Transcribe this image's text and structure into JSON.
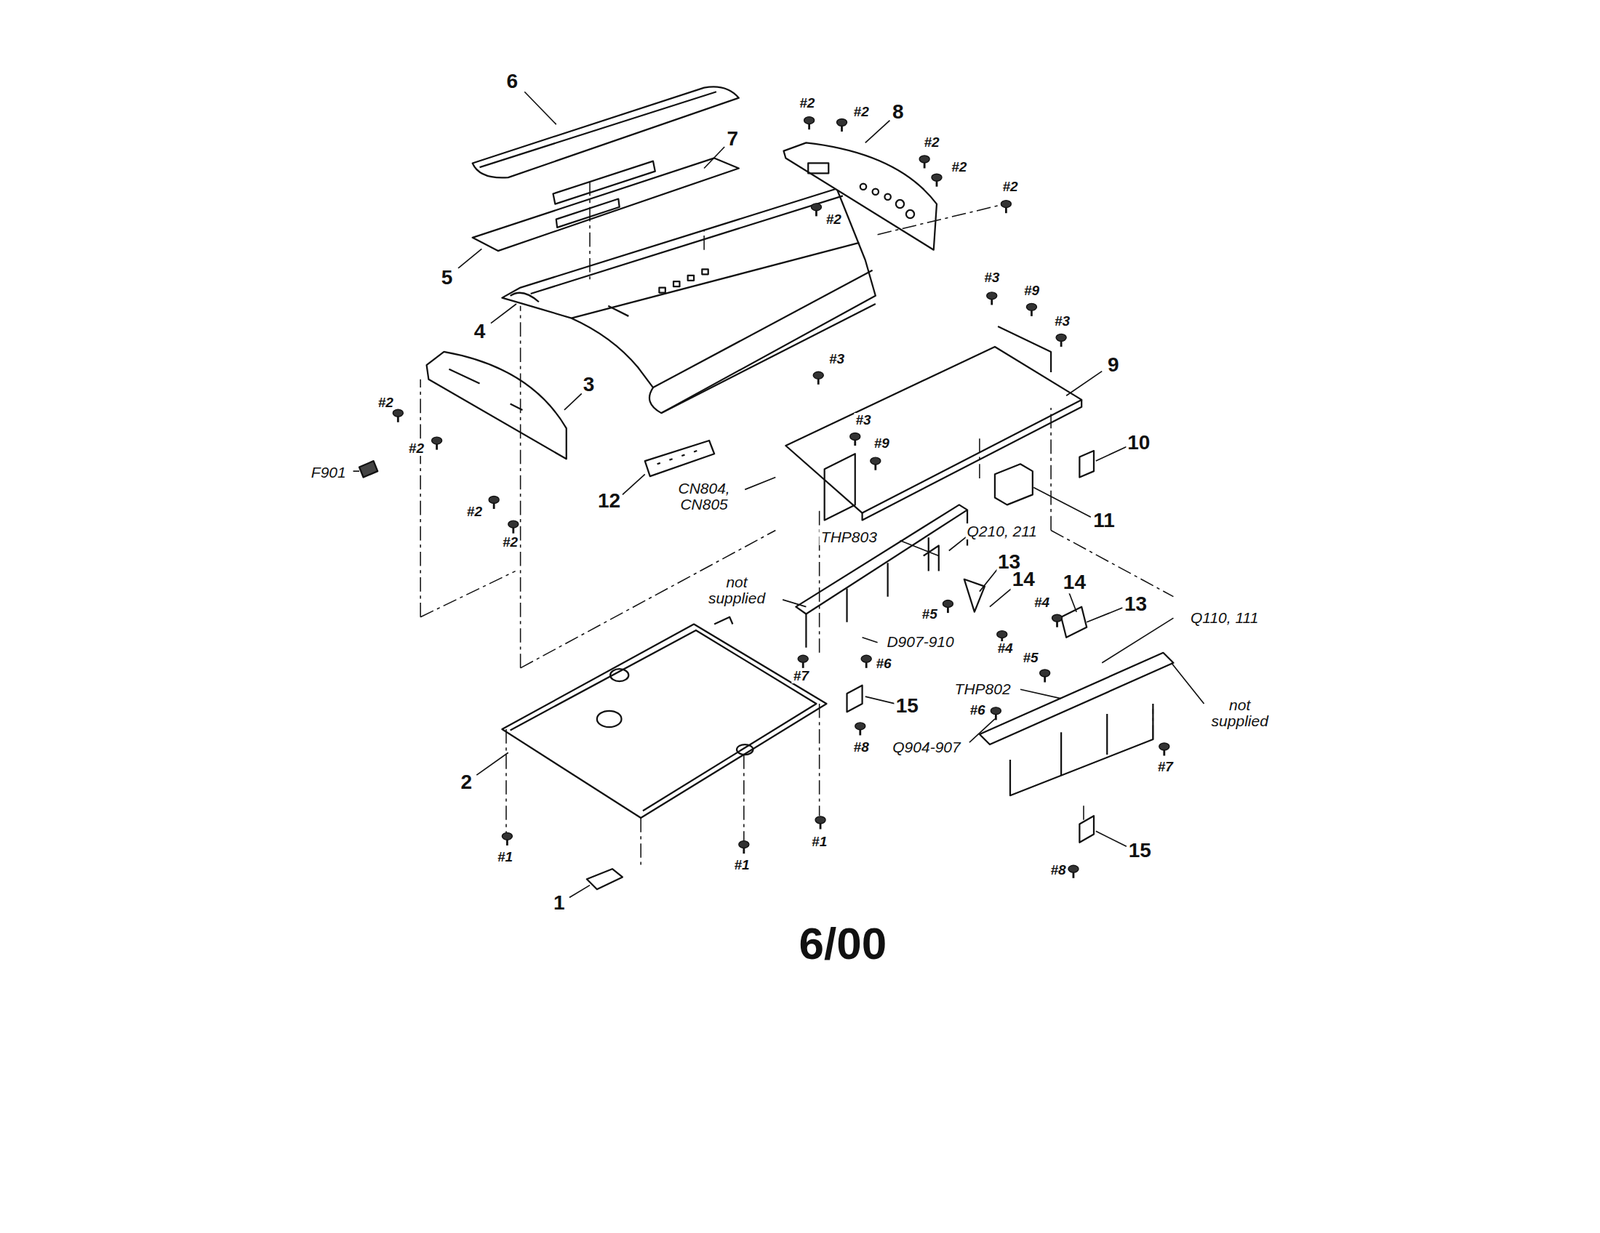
{
  "diagram": {
    "labels": [
      "6",
      "7",
      "8",
      "#2",
      "#2",
      "#2",
      "#2",
      "#2",
      "#2",
      "5",
      "4",
      "3",
      "#2",
      "#2",
      "F901",
      "#2",
      "#2",
      "12",
      "CN804, CN805",
      "#3",
      "#9",
      "#3",
      "#3",
      "9",
      "#3",
      "#9",
      "10",
      "11",
      "THP803",
      "Q210, 211",
      "13",
      "14",
      "not supplied",
      "#5",
      "#4",
      "#4",
      "14",
      "13",
      "Q110, 111",
      "D907-910",
      "#6",
      "#7",
      "15",
      "#8",
      "#5",
      "THP802",
      "#6",
      "Q904-907",
      "not supplied",
      "#7",
      "2",
      "#1",
      "#1",
      "#1",
      "15",
      "#8",
      "1",
      "6/00"
    ]
  }
}
